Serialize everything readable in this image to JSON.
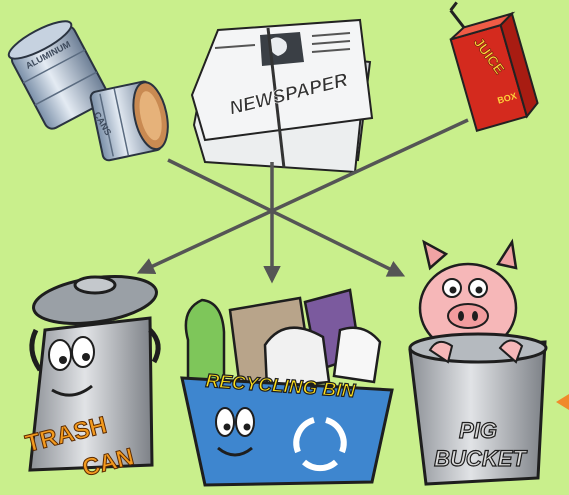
{
  "background_color": "#c9ef8c",
  "arrow_color": "#555555",
  "items": [
    {
      "label_line1": "ALUMINUM",
      "label_line2": "CANS"
    },
    {
      "label_line1": "NEWSPAPER"
    },
    {
      "label_line1": "JUICE",
      "label_line2": "BOX"
    }
  ],
  "bins": [
    {
      "label_line1": "TRASH",
      "label_line2": "CAN"
    },
    {
      "label_line1": "RECYCLING BIN"
    },
    {
      "label_line1": "PIG",
      "label_line2": "BUCKET"
    }
  ]
}
